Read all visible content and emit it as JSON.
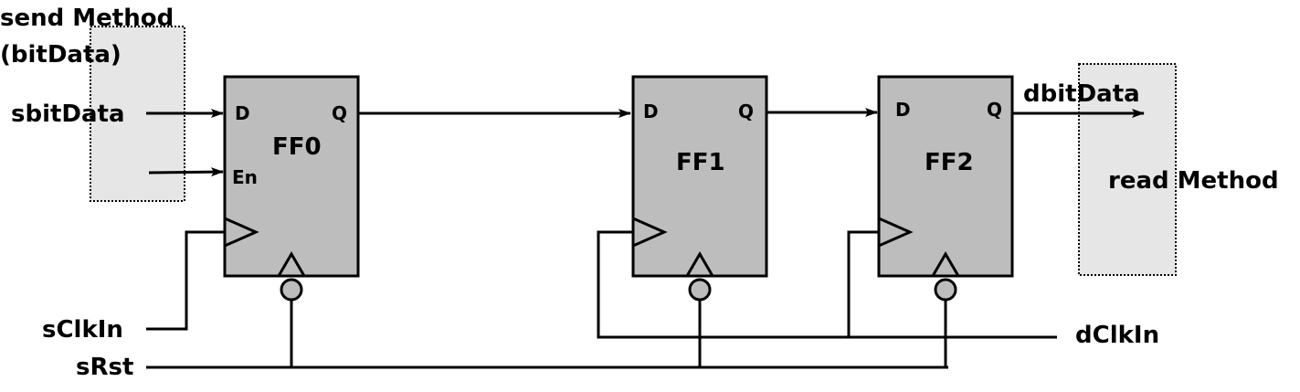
{
  "labels": {
    "send_method": [
      "send Method",
      "(bitData)"
    ],
    "read_method": "read Method",
    "sbitdata": "sbitData",
    "dbitdata": "dbitData",
    "sclkin": "sClkIn",
    "srst": "sRst",
    "dclkin": "dClkIn"
  },
  "flipflops": [
    {
      "name": "FF0",
      "pins": {
        "d": "D",
        "q": "Q",
        "en": "En"
      }
    },
    {
      "name": "FF1",
      "pins": {
        "d": "D",
        "q": "Q"
      }
    },
    {
      "name": "FF2",
      "pins": {
        "d": "D",
        "q": "Q"
      }
    }
  ],
  "colors": {
    "ff_fill": "#bdbdbd",
    "method_fill": "#e6e6e6",
    "wire": "#000000"
  }
}
